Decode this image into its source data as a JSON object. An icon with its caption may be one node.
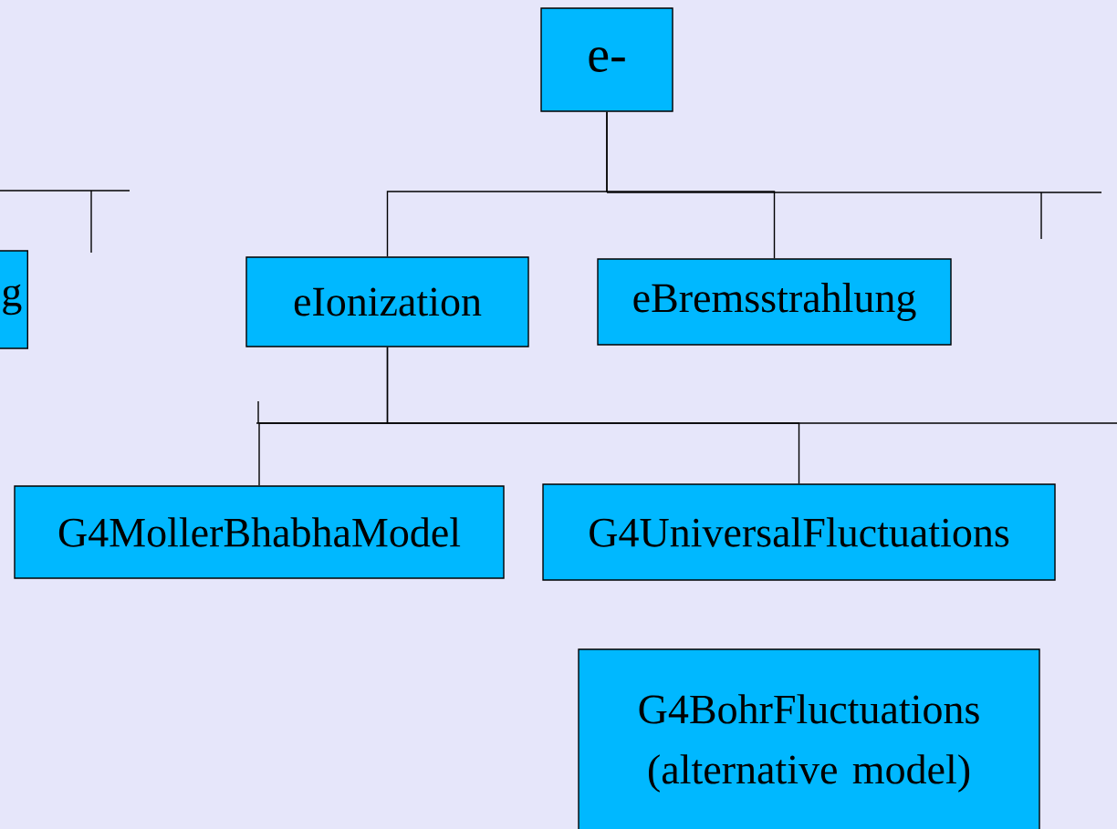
{
  "diagram": {
    "nodes": [
      {
        "text": [
          "e-"
        ]
      },
      {
        "text": [
          "g"
        ]
      },
      {
        "text": [
          "eIonization"
        ]
      },
      {
        "text": [
          "eBremsstrahlung"
        ]
      },
      {
        "text": [
          "G4MollerBhabhaModel"
        ]
      },
      {
        "text": [
          "G4UniversalFluctuations"
        ]
      },
      {
        "text": [
          "G4BohrFluctuations (alternative model)"
        ]
      }
    ],
    "edges": [
      {
        "from": 0,
        "to": 2,
        "arrow": "none"
      },
      {
        "from": 0,
        "to": 3,
        "arrow": "none"
      },
      {
        "from": 2,
        "to": 4,
        "arrow": "none"
      },
      {
        "from": 2,
        "to": 5,
        "arrow": "none"
      }
    ]
  }
}
